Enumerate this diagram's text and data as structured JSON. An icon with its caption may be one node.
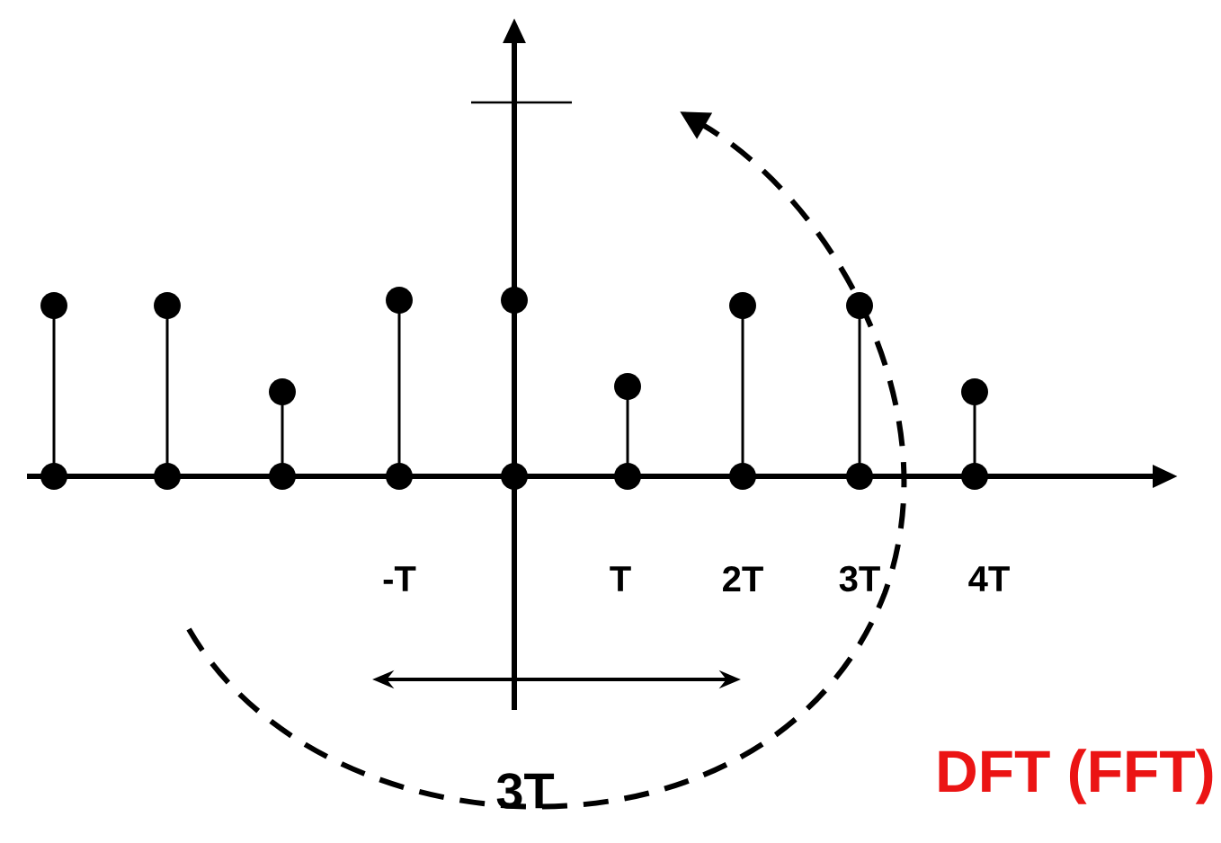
{
  "diagram": {
    "labels": [
      "-T",
      "T",
      "2T",
      "3T",
      "4T",
      "3T",
      "DFT (FFT)"
    ]
  }
}
